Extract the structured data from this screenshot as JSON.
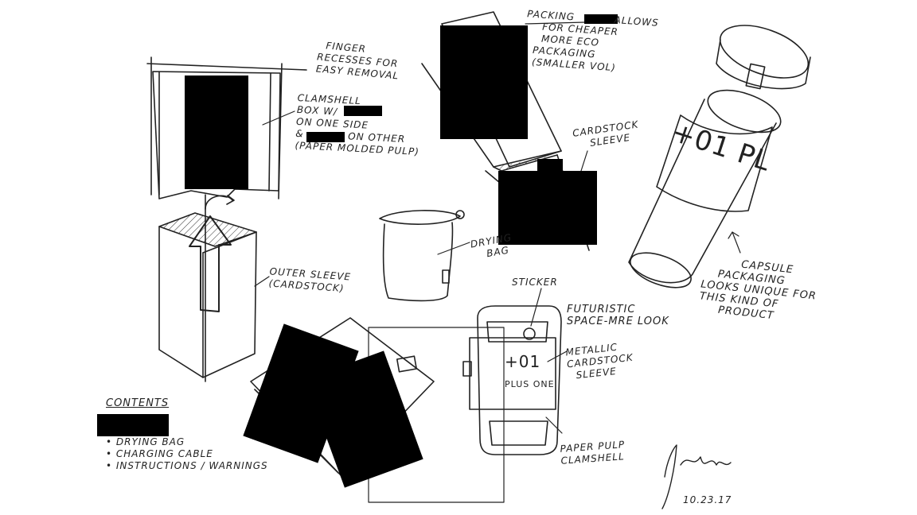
{
  "notes": {
    "packing": [
      "PACKING",
      "ALLOWS",
      "FOR CHEAPER",
      "MORE ECO",
      "PACKAGING",
      "(SMALLER VOL)"
    ],
    "finger": [
      "FINGER",
      "RECESSES FOR",
      "EASY REMOVAL"
    ],
    "clamshell": [
      "CLAMSHELL",
      "BOX W/",
      "ON ONE SIDE",
      "& ",
      "ON OTHER",
      "(PAPER MOLDED PULP)"
    ],
    "cardstock_sleeve": [
      "CARDSTOCK",
      "SLEEVE"
    ],
    "outer_sleeve": [
      "OUTER SLEEVE",
      "(CARDSTOCK)"
    ],
    "drying_bag": [
      "DRYING",
      "BAG"
    ],
    "sticker": "STICKER",
    "futuristic": [
      "FUTURISTIC",
      "SPACE-MRE LOOK"
    ],
    "metallic": [
      "METALLIC",
      "CARDSTOCK",
      "SLEEVE"
    ],
    "plus_one": "PLUS ONE",
    "brand_small": "+01",
    "brand_large": "+01 PL",
    "paper_pulp": [
      "PAPER PULP",
      "CLAMSHELL"
    ],
    "capsule": [
      "CAPSULE",
      "PACKAGING",
      "LOOKS UNIQUE FOR",
      "THIS KIND OF",
      "PRODUCT"
    ],
    "date": "10.23.17"
  },
  "contents": {
    "title": "CONTENTS",
    "items": [
      "• DRYING BAG",
      "• CHARGING CABLE",
      "• INSTRUCTIONS / WARNINGS"
    ]
  },
  "colors": {
    "ink": "#222222",
    "redaction": "#000000",
    "paper": "#ffffff"
  }
}
